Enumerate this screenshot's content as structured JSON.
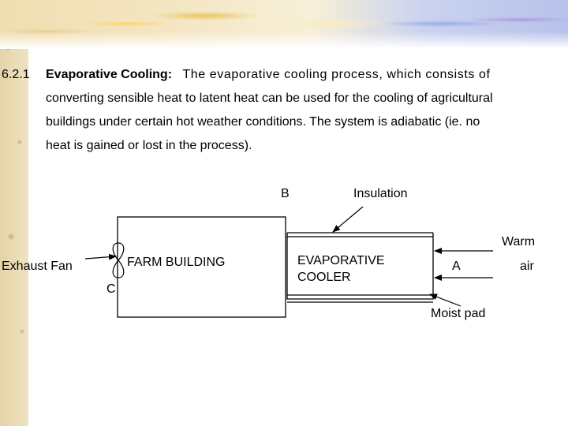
{
  "section": {
    "number": "6.2.1",
    "heading": "Evaporative Cooling:",
    "line1_rest": "The evaporative cooling process, which consists of",
    "line2": "converting sensible heat to latent heat can be used for the cooling of agricultural",
    "line3": "buildings under certain hot weather conditions.  The system is adiabatic (ie. no",
    "line4": "heat is gained or lost in the process)."
  },
  "diagram": {
    "label_b": "B",
    "label_insulation": "Insulation",
    "label_warm": "Warm",
    "label_air": "air",
    "label_a": "A",
    "label_exhaust_fan": "Exhaust Fan",
    "label_c": "C",
    "label_farm_building": "FARM BUILDING",
    "label_cooler_line1": "EVAPORATIVE",
    "label_cooler_line2": "COOLER",
    "label_moist_pad": "Moist pad"
  }
}
